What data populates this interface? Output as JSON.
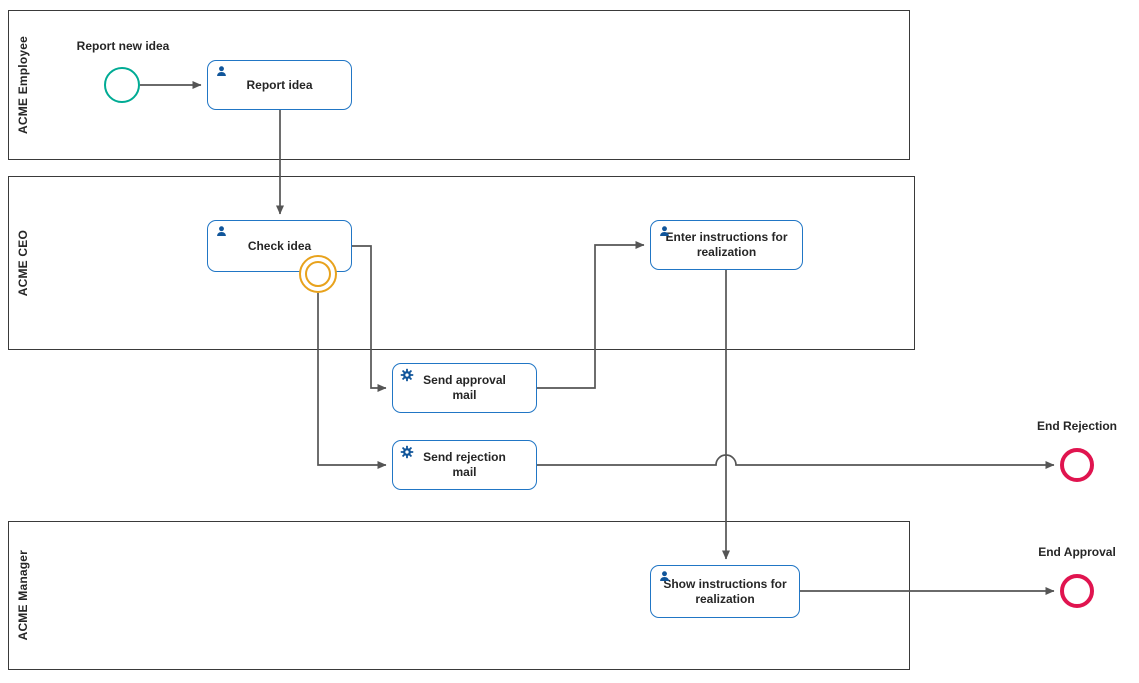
{
  "diagram": {
    "lanes": [
      {
        "label": "ACME Employee"
      },
      {
        "label": "ACME CEO"
      },
      {
        "label": "ACME Manager"
      }
    ],
    "events": {
      "start": {
        "label": "Report new idea",
        "color": "#00ab94"
      },
      "boundary": {
        "color": "#e8a21c"
      },
      "end_rejection": {
        "label": "End Rejection",
        "color": "#e0144f"
      },
      "end_approval": {
        "label": "End Approval",
        "color": "#e0144f"
      }
    },
    "tasks": {
      "report_idea": {
        "label": "Report idea",
        "icon": "user-icon"
      },
      "check_idea": {
        "label": "Check idea",
        "icon": "user-icon"
      },
      "enter_instructions": {
        "label": "Enter instructions for realization",
        "icon": "user-icon"
      },
      "send_approval_mail": {
        "label": "Send approval mail",
        "icon": "gear-icon"
      },
      "send_rejection_mail": {
        "label": "Send rejection mail",
        "icon": "gear-icon"
      },
      "show_instructions": {
        "label": "Show instructions for realization",
        "icon": "user-icon"
      }
    },
    "colors": {
      "task_border": "#2176c5",
      "icon": "#10559a",
      "connector": "#555555",
      "lane_border": "#3a3a3a",
      "text": "#262626"
    }
  }
}
